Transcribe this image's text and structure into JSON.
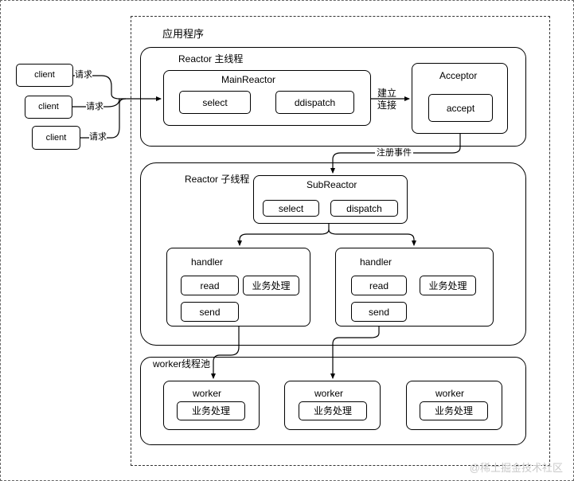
{
  "app": {
    "title": "应用程序"
  },
  "clients": [
    {
      "label": "client",
      "edge": "请求"
    },
    {
      "label": "client",
      "edge": "请求"
    },
    {
      "label": "client",
      "edge": "请求"
    }
  ],
  "main_thread": {
    "title": "Reactor 主线程",
    "main_reactor": {
      "title": "MainReactor",
      "select": "select",
      "dispatch": "ddispatch"
    },
    "edge_connect": "建立\n连接",
    "acceptor": {
      "title": "Acceptor",
      "accept": "accept"
    }
  },
  "edge_register": "注册事件",
  "sub_thread": {
    "title": "Reactor 子线程",
    "sub_reactor": {
      "title": "SubReactor",
      "select": "select",
      "dispatch": "dispatch"
    },
    "handlers": [
      {
        "title": "handler",
        "read": "read",
        "business": "业务处理",
        "send": "send"
      },
      {
        "title": "handler",
        "read": "read",
        "business": "业务处理",
        "send": "send"
      }
    ]
  },
  "worker_pool": {
    "title": "worker线程池",
    "workers": [
      {
        "title": "worker",
        "task": "业务处理"
      },
      {
        "title": "worker",
        "task": "业务处理"
      },
      {
        "title": "worker",
        "task": "业务处理"
      }
    ]
  },
  "watermark": "@稀土掘金技术社区"
}
